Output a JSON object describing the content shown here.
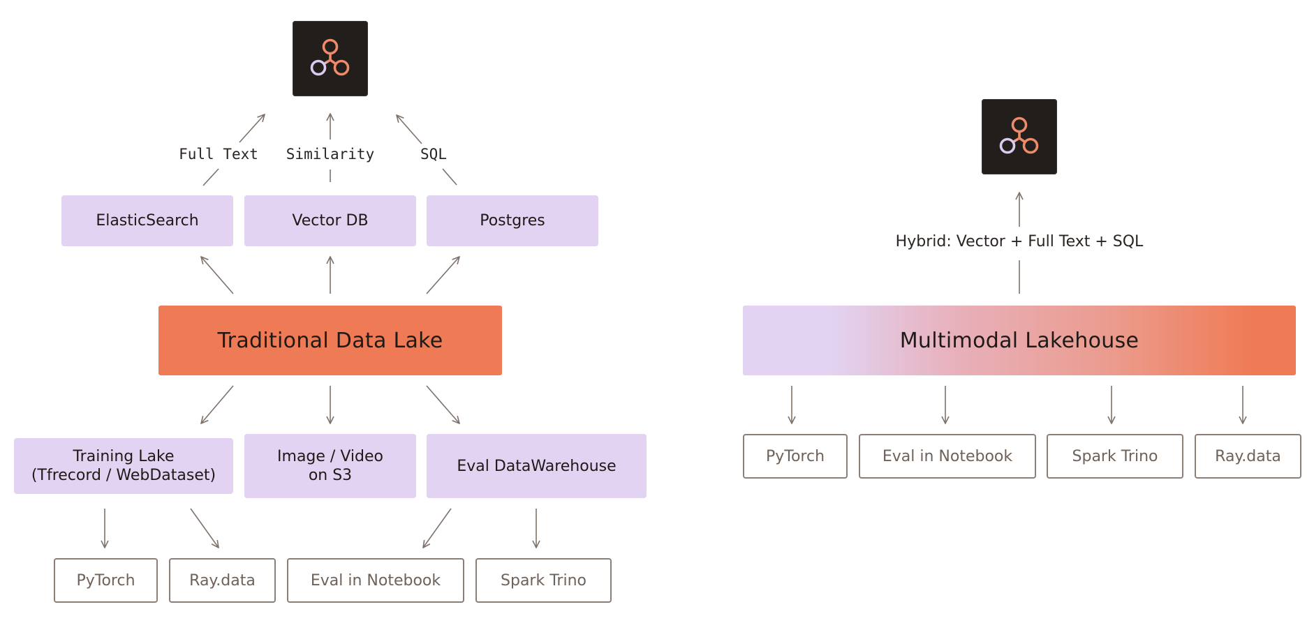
{
  "colors": {
    "store_fill": "#e2d3f2",
    "lake_orange": "#ef7b56",
    "consumer_border": "#8a7f78",
    "arrow": "#7d726b",
    "logo_bg": "#221e1c"
  },
  "traditional": {
    "logo_icon": "lancedb-logo-icon",
    "query_labels": {
      "full_text": "Full Text",
      "similarity": "Similarity",
      "sql": "SQL"
    },
    "stores": {
      "elasticsearch": "ElasticSearch",
      "vector_db": "Vector DB",
      "postgres": "Postgres"
    },
    "lake_title": "Traditional Data Lake",
    "sinks": {
      "training_lake": "Training Lake\n(Tfrecord / WebDataset)",
      "image_video": "Image / Video\non S3",
      "eval_warehouse": "Eval DataWarehouse"
    },
    "consumers": {
      "pytorch": "PyTorch",
      "raydata": "Ray.data",
      "eval_notebook": "Eval in Notebook",
      "spark_trino": "Spark Trino"
    }
  },
  "multimodal": {
    "logo_icon": "lancedb-logo-icon",
    "hybrid_label": "Hybrid: Vector + Full Text + SQL",
    "lake_title": "Multimodal Lakehouse",
    "consumers": {
      "pytorch": "PyTorch",
      "eval_notebook": "Eval in Notebook",
      "spark_trino": "Spark Trino",
      "raydata": "Ray.data"
    }
  }
}
